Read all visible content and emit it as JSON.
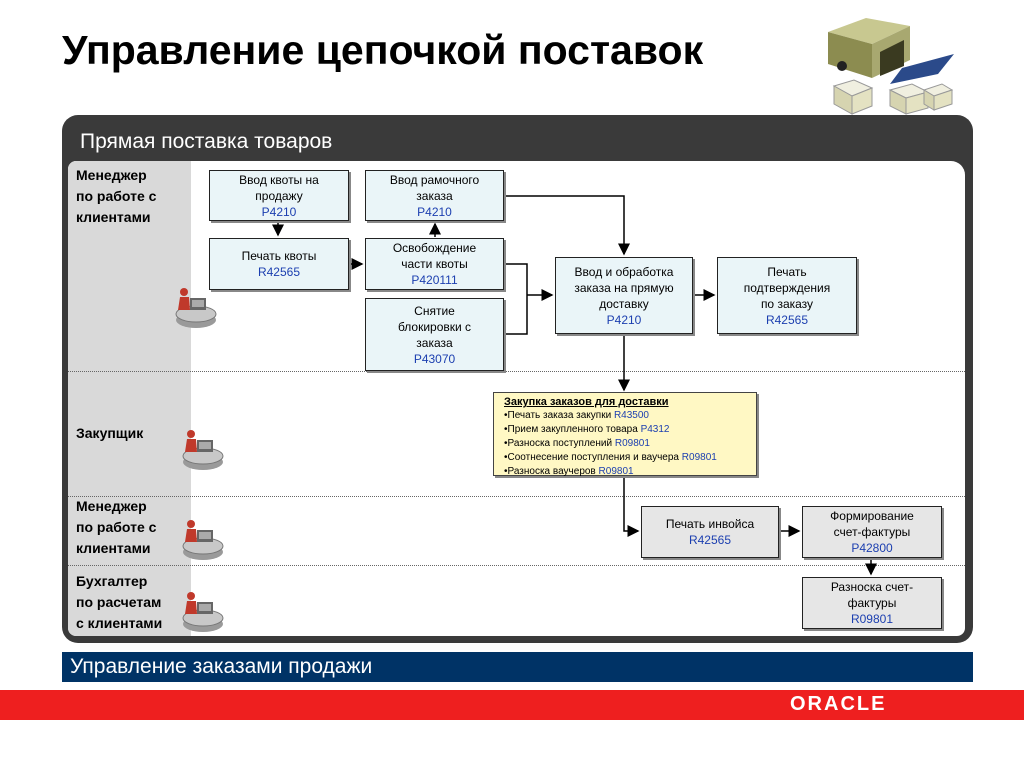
{
  "title": "Управление цепочкой поставок",
  "panel_title": "Прямая поставка товаров",
  "lanes": [
    {
      "label": "Менеджер\nпо работе с\nклиентами"
    },
    {
      "label": "Закупщик"
    },
    {
      "label": "Менеджер\nпо работе с\nклиентами"
    },
    {
      "label": "Бухгалтер\nпо расчетам\nс клиентами"
    }
  ],
  "boxes": {
    "quota_entry": {
      "text": "Ввод квоты на\nпродажу",
      "code": "P4210"
    },
    "blanket_order": {
      "text": "Ввод рамочного\nзаказа",
      "code": "P4210"
    },
    "print_quota": {
      "text": "Печать квоты",
      "code": "R42565"
    },
    "quota_release": {
      "text": "Освобождение\nчасти квоты",
      "code": "P420111"
    },
    "hold_release": {
      "text": "Снятие\nблокировки с\nзаказа",
      "code": "P43070"
    },
    "direct_ship_order": {
      "text": "Ввод и обработка\nзаказа на прямую\nдоставку",
      "code": "P4210"
    },
    "print_confirmation": {
      "text": "Печать\nподтверждения\nпо заказу",
      "code": "R42565"
    },
    "print_invoice": {
      "text": "Печать инвойса",
      "code": "R42565"
    },
    "create_invoice": {
      "text": "Формирование\nсчет-фактуры",
      "code": "P42800"
    },
    "post_invoice": {
      "text": "Разноска счет-\nфактуры",
      "code": "R09801"
    }
  },
  "purchase": {
    "title": "Закупка заказов для доставки",
    "items": [
      {
        "text": "•Печать заказа закупки ",
        "code": "R43500"
      },
      {
        "text": "•Прием закупленного товара ",
        "code": "P4312"
      },
      {
        "text": "•Разноска поступлений  ",
        "code": "R09801"
      },
      {
        "text": "•Соотнесение поступления и ваучера ",
        "code": "R09801"
      },
      {
        "text": "•Разноска ваучеров ",
        "code": "R09801"
      }
    ]
  },
  "footer": "Управление заказами продажи",
  "brand": "ORACLE"
}
